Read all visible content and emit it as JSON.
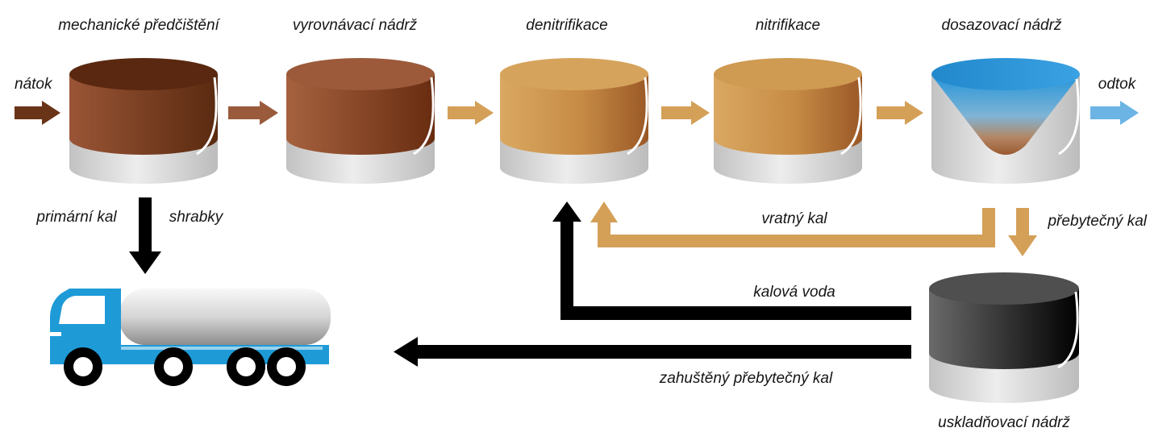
{
  "stages": [
    {
      "label": "mechanické předčištění"
    },
    {
      "label": "vyrovnávací nádrž"
    },
    {
      "label": "denitrifikace"
    },
    {
      "label": "nitrifikace"
    },
    {
      "label": "dosazovací nádrž"
    }
  ],
  "flows": {
    "inflow": "nátok",
    "outflow": "odtok",
    "primary_sludge": "primární kal",
    "screenings": "shrabky",
    "return_sludge": "vratný kal",
    "excess_sludge": "přebytečný kal",
    "sludge_water": "kalová voda",
    "thickened_excess_sludge": "zahuštěný přebytečný kal"
  },
  "storage_tank": {
    "label": "uskladňovací nádrž"
  },
  "colors": {
    "raw_sewage": "#6a3418",
    "equalized": "#9a5a3c",
    "activated_sludge": "#d4a058",
    "effluent": "#6cb4e4",
    "sludge": "#000000",
    "truck_blue": "#1e9bd7"
  },
  "icons": {
    "truck": "tanker-truck-icon"
  }
}
